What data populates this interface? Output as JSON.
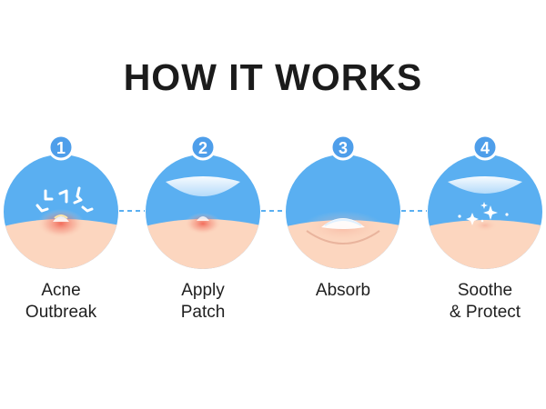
{
  "title": "HOW IT WORKS",
  "colors": {
    "sky": "#5aaff1",
    "skin": "#fcd6bf",
    "badge": "#4e9eea",
    "connector": "#5aaff1",
    "inflammation": "#f05a4a",
    "title": "#1b1b1b"
  },
  "steps": [
    {
      "number": "1",
      "label_line1": "Acne",
      "label_line2": "Outbreak",
      "icon": "acne-outbreak-icon"
    },
    {
      "number": "2",
      "label_line1": "Apply",
      "label_line2": "Patch",
      "icon": "apply-patch-icon"
    },
    {
      "number": "3",
      "label_line1": "Absorb",
      "label_line2": "",
      "icon": "absorb-icon"
    },
    {
      "number": "4",
      "label_line1": "Soothe",
      "label_line2": "& Protect",
      "icon": "soothe-protect-icon"
    }
  ]
}
